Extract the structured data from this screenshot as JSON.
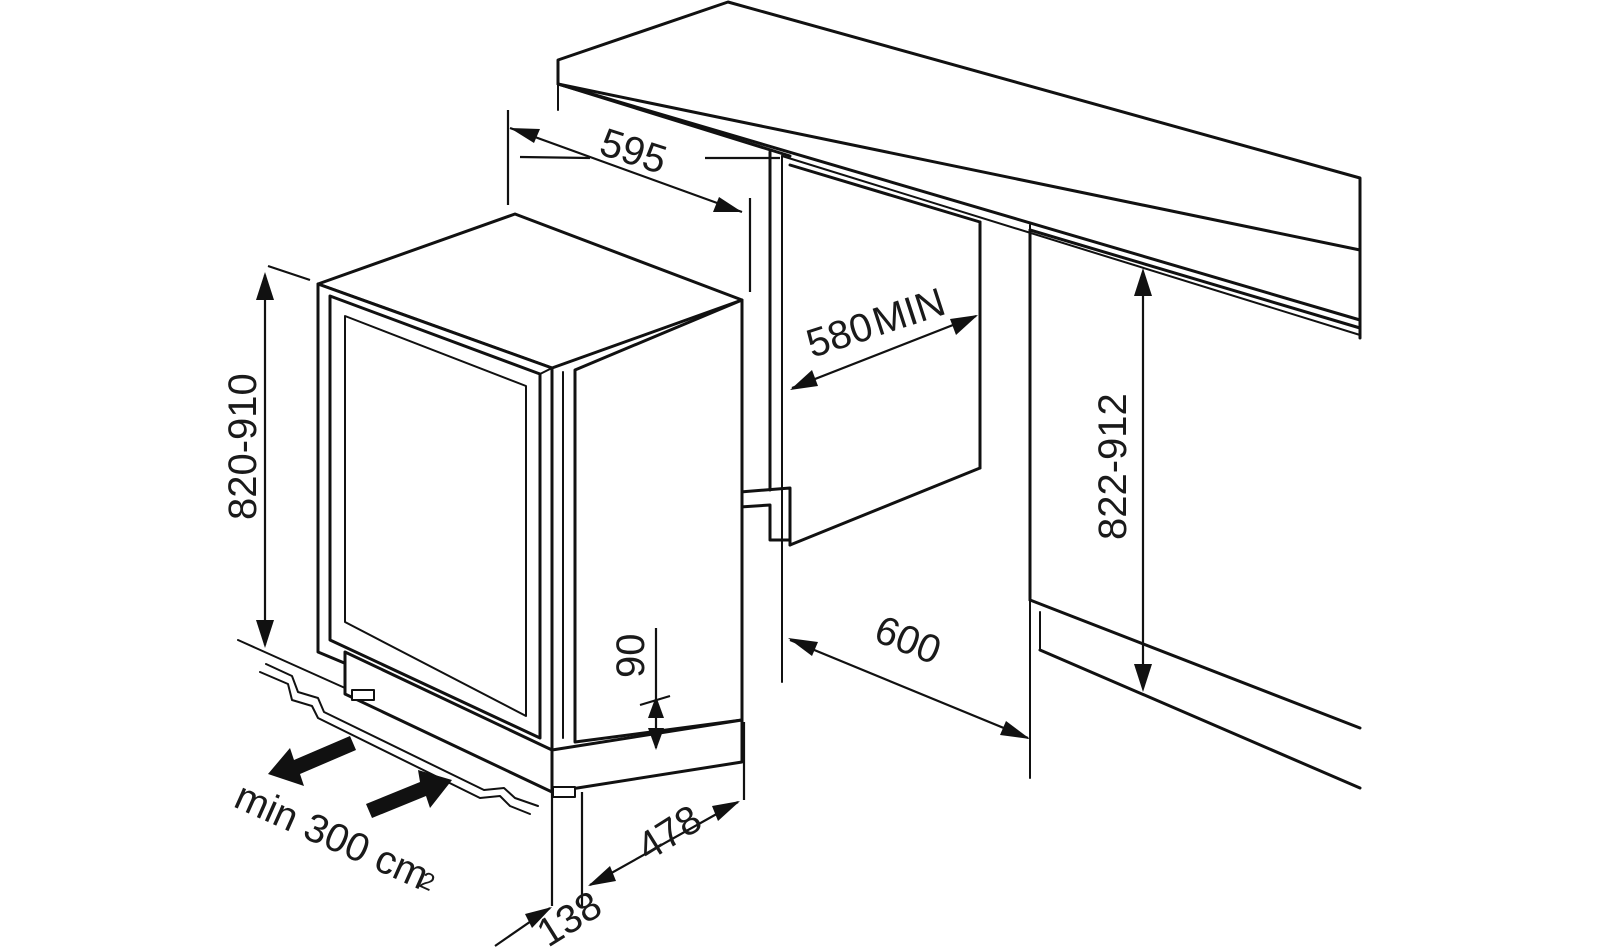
{
  "dimensions": {
    "width_top": "595",
    "height_unit": "820-910",
    "opening_depth": "580",
    "opening_depth_suffix": "MIN",
    "height_niche": "822-912",
    "niche_width": "600",
    "plinth_height": "90",
    "depth": "478",
    "door_offset": "138",
    "ventilation": "min 300 cm",
    "ventilation_sup": "2"
  },
  "colors": {
    "line": "#111111",
    "background": "#ffffff"
  }
}
